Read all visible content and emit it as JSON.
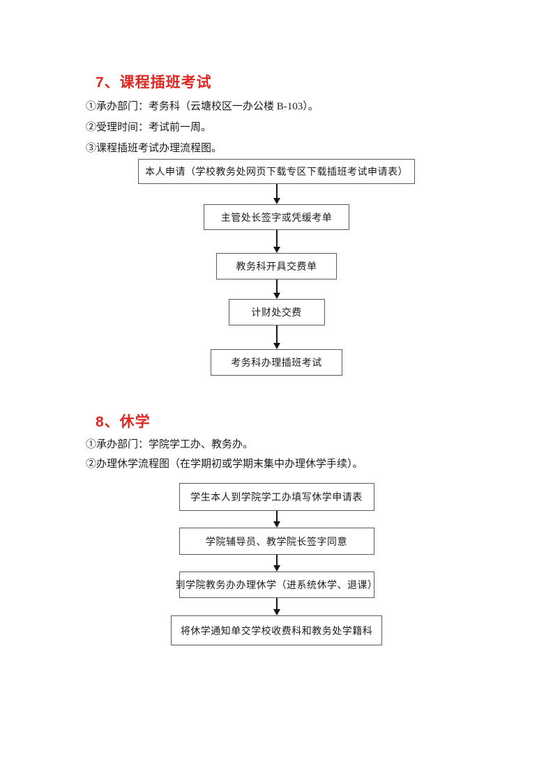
{
  "colors": {
    "heading_red": "#e02620",
    "body_text": "#1c1c1c",
    "box_border": "#595959",
    "arrow": "#161616",
    "page_background": "#ffffff"
  },
  "sections": [
    {
      "id": "course-makeup-exam",
      "heading": "7、课程插班考试",
      "lines": [
        "①承办部门：考务科（云塘校区一办公楼 B-103）。",
        "②受理时间：考试前一周。",
        "③课程插班考试办理流程图。"
      ],
      "flowchart": {
        "steps": [
          "本人申请（学校教务处网页下载专区下载插班考试申请表）",
          "主管处长签字或凭缓考单",
          "教务科开具交费单",
          "计财处交费",
          "考务科办理插班考试"
        ]
      }
    },
    {
      "id": "suspension-of-study",
      "heading": "8、休学",
      "lines": [
        "①承办部门：学院学工办、教务办。",
        "②办理休学流程图（在学期初或学期末集中办理休学手续）。"
      ],
      "flowchart": {
        "steps": [
          "学生本人到学院学工办填写休学申请表",
          "学院辅导员、教学院长签字同意",
          "到学院教务办办理休学（进系统休学、退课）",
          "将休学通知单交学校收费科和教务处学籍科"
        ]
      }
    }
  ]
}
